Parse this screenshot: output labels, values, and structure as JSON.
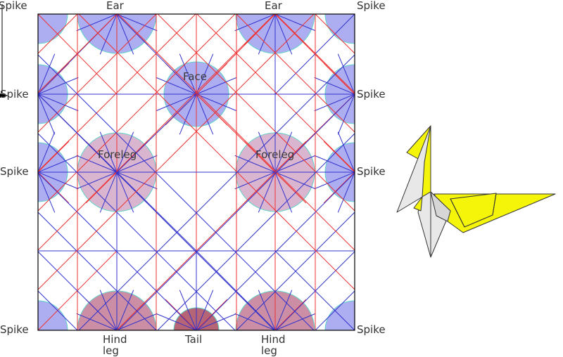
{
  "labels": {
    "spike": "Spike",
    "ear": "Ear",
    "face": "Face",
    "foreleg": "Foreleg",
    "hind": "Hind",
    "leg": "leg",
    "tail": "Tail"
  },
  "colors": {
    "mountain_fold": "#ee3333",
    "valley_fold": "#3333cc",
    "circle_blue": "#9f9ff0",
    "circle_pink": "#d4a8c8",
    "circle_mauve": "#c27a95",
    "circle_tail": "#a84a5e",
    "circle_rim": "#5fd5c8",
    "model_yellow": "#f5f50a",
    "model_gray": "#e8e8e8"
  }
}
